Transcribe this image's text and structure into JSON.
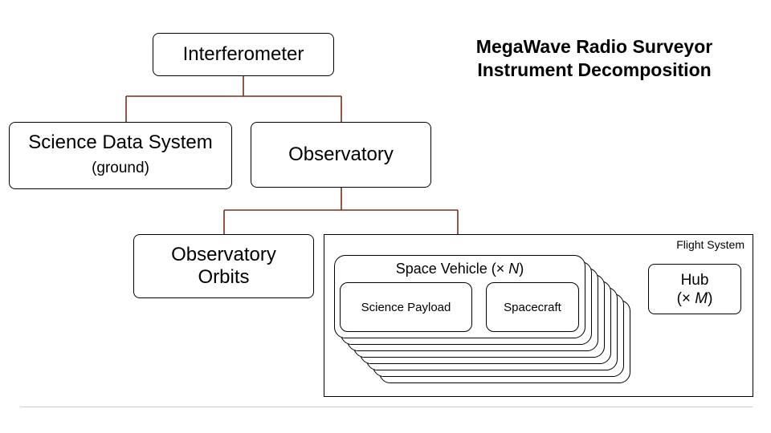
{
  "title": {
    "line1": "MegaWave Radio Surveyor",
    "line2": "Instrument Decomposition"
  },
  "nodes": {
    "interferometer": "Interferometer",
    "science_data_system": {
      "line1": "Science Data System",
      "line2": "(ground)"
    },
    "observatory": "Observatory",
    "observatory_orbits": {
      "line1": "Observatory",
      "line2": "Orbits"
    },
    "flight_system": "Flight System",
    "space_vehicle": {
      "label": "Space Vehicle (",
      "mult_symbol": "×",
      "mult_var": "N",
      "close": ")"
    },
    "science_payload": "Science Payload",
    "spacecraft": "Spacecraft",
    "hub": {
      "line1": "Hub",
      "open": "(",
      "mult_symbol": "×",
      "mult_var": "M",
      "close": ")"
    }
  },
  "colors": {
    "connector": "#7a2e1e",
    "border": "#000000",
    "rule": "#cccccc"
  }
}
